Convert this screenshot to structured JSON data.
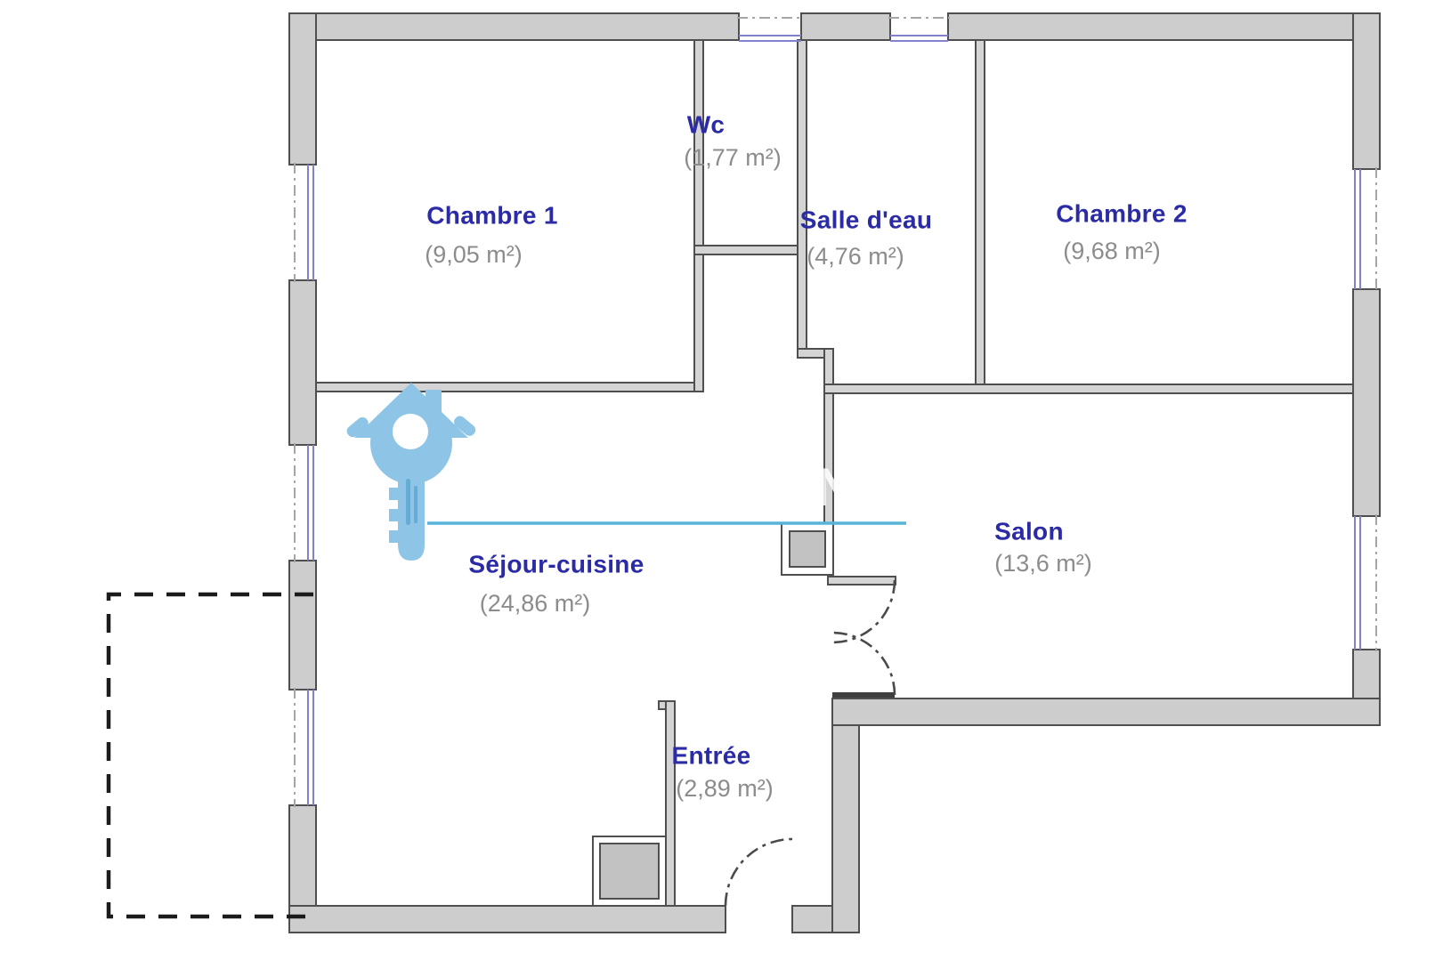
{
  "plan": {
    "type": "apartment-floor-plan",
    "watermark_letter": "N",
    "colors": {
      "room_name": "#2b2ba6",
      "room_area": "#8c8c8c",
      "wall_fill": "#cdcdcd",
      "wall_outline": "#4f4f4f",
      "window_blue": "#8282cc",
      "balcony_dash": "#1b1b1b",
      "logo_blue": "#8ec5e6",
      "logo_detail_blue": "#66abd4",
      "watermark_line_blue": "#55b4d8"
    },
    "rooms": [
      {
        "id": "chambre-1",
        "name": "Chambre 1",
        "area": "(9,05 m²)"
      },
      {
        "id": "wc",
        "name": "Wc",
        "area": "(1,77 m²)"
      },
      {
        "id": "salle-deau",
        "name": "Salle d'eau",
        "area": "(4,76 m²)"
      },
      {
        "id": "chambre-2",
        "name": "Chambre 2",
        "area": "(9,68 m²)"
      },
      {
        "id": "sejour-cuisine",
        "name": "Séjour-cuisine",
        "area": "(24,86 m²)"
      },
      {
        "id": "salon",
        "name": "Salon",
        "area": "(13,6 m²)"
      },
      {
        "id": "entree",
        "name": "Entrée",
        "area": "(2,89 m²)"
      }
    ]
  }
}
